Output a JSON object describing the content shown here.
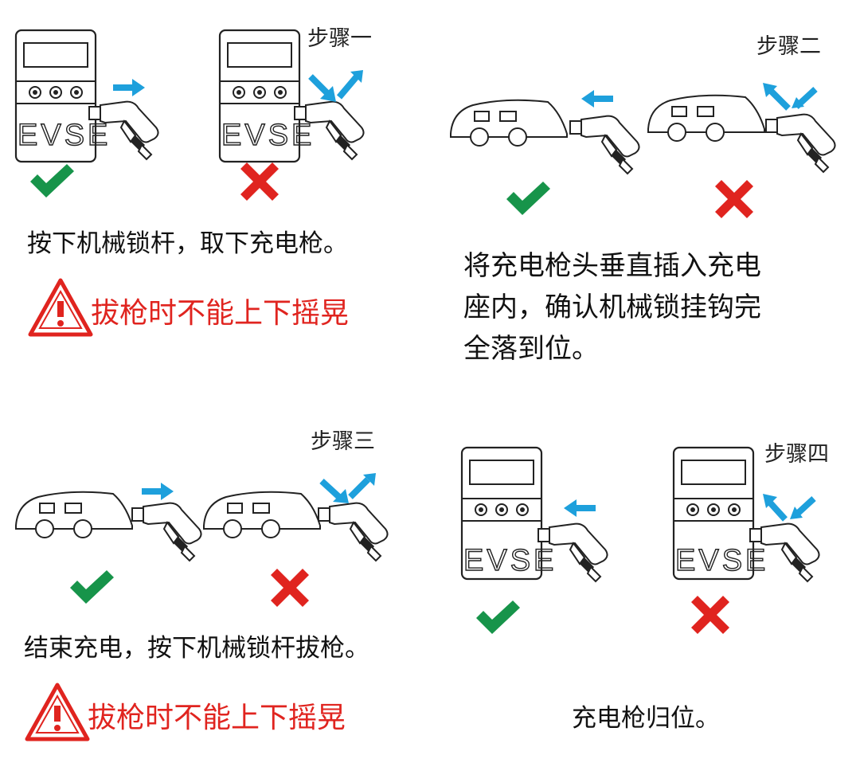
{
  "panels": [
    {
      "step": "步骤一",
      "device": "EVSE",
      "instruction": "按下机械锁杆，取下充电枪。",
      "warning": "拔枪时不能上下摇晃",
      "correct_mark": "check",
      "wrong_mark": "cross"
    },
    {
      "step": "步骤二",
      "instruction_lines": [
        "将充电枪头垂直插入充电",
        "座内，确认机械锁挂钩完",
        "全落到位。"
      ],
      "correct_mark": "check",
      "wrong_mark": "cross"
    },
    {
      "step": "步骤三",
      "instruction": "结束充电，按下机械锁杆拔枪。",
      "warning": "拔枪时不能上下摇晃",
      "correct_mark": "check",
      "wrong_mark": "cross"
    },
    {
      "step": "步骤四",
      "device": "EVSE",
      "instruction": "充电枪归位。",
      "correct_mark": "check",
      "wrong_mark": "cross"
    }
  ],
  "colors": {
    "arrow": "#1ea0dc",
    "check": "#17944a",
    "cross": "#e0241f",
    "warning": "#e0241f",
    "line": "#222222"
  },
  "icons": [
    "warning-triangle-icon",
    "check-icon",
    "cross-icon",
    "arrow-icon",
    "charger-icon",
    "car-icon",
    "charging-gun-icon"
  ]
}
